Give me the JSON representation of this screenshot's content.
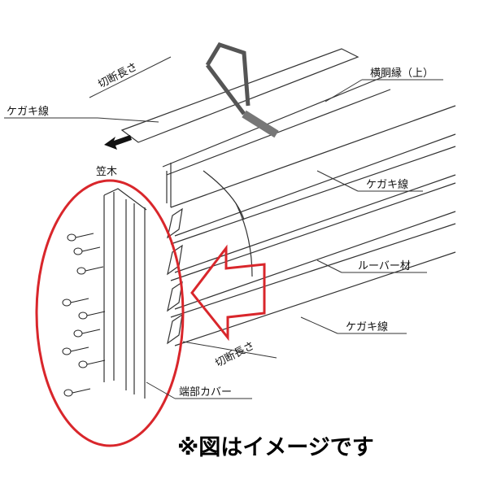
{
  "labels": {
    "cut_length_top": "切断長さ",
    "scribe_line_left": "ケガキ線",
    "kasagi": "笠木",
    "horizontal_furring_upper": "横胴縁（上）",
    "scribe_line_mid": "ケガキ線",
    "louver_member": "ルーバー材",
    "scribe_line_lower": "ケガキ線",
    "cut_length_bottom": "切断長さ",
    "end_cover": "端部カバー"
  },
  "note": "※図はイメージです",
  "colors": {
    "highlight": "#d9262b",
    "line": "#222222"
  }
}
